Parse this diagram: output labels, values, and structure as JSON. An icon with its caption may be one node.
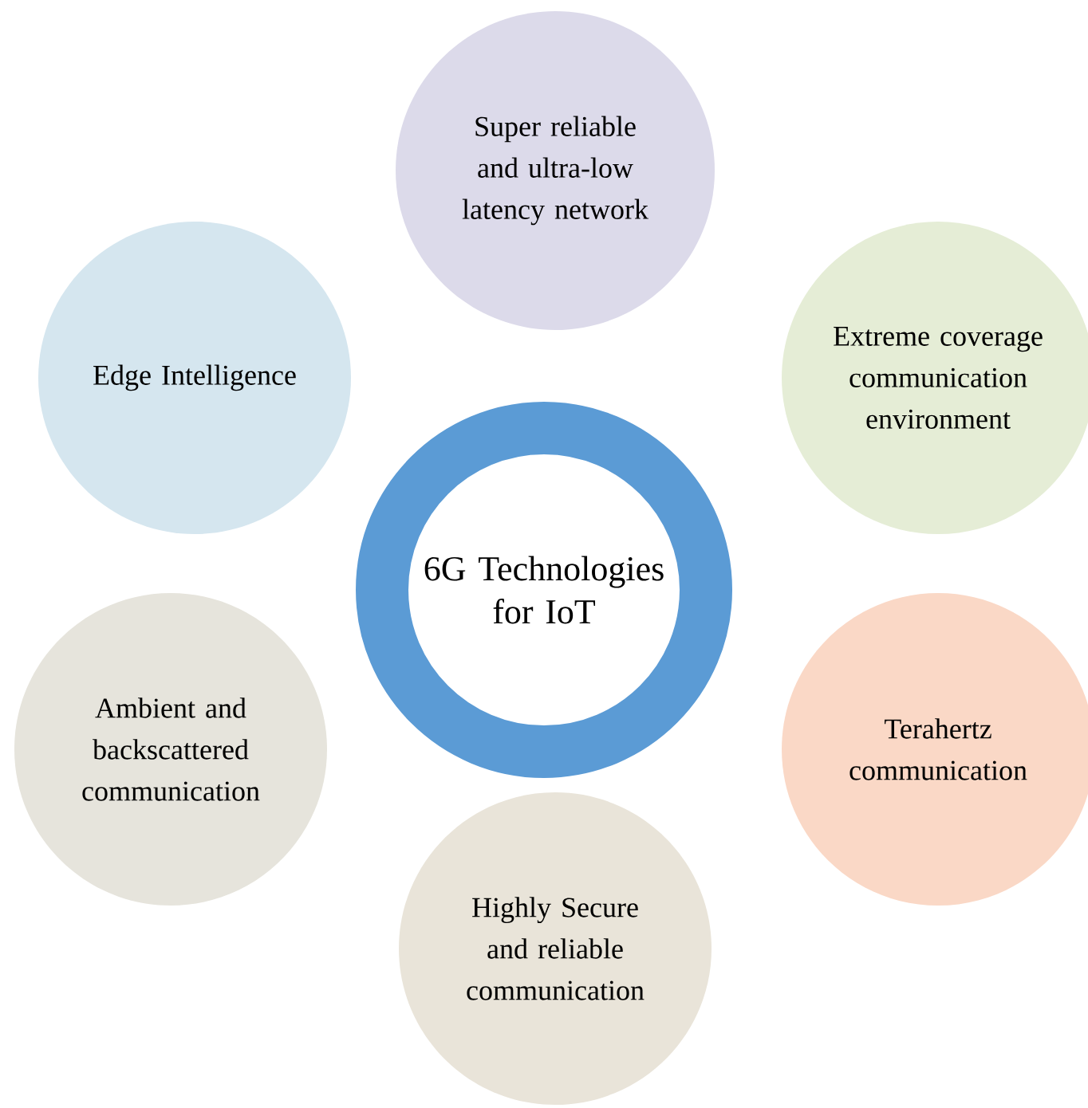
{
  "diagram": {
    "nodes": [
      {
        "text": [
          "Super reliable and ultra-low latency network"
        ]
      },
      {
        "text": [
          "Edge Intelligence"
        ]
      },
      {
        "text": [
          "Extreme coverage communication environment"
        ]
      },
      {
        "text": [
          "6G Technologies for IoT"
        ]
      },
      {
        "text": [
          "Ambient and backscattered communication"
        ]
      },
      {
        "text": [
          "Terahertz communication"
        ]
      },
      {
        "text": [
          "Highly Secure and reliable communication"
        ]
      }
    ]
  }
}
